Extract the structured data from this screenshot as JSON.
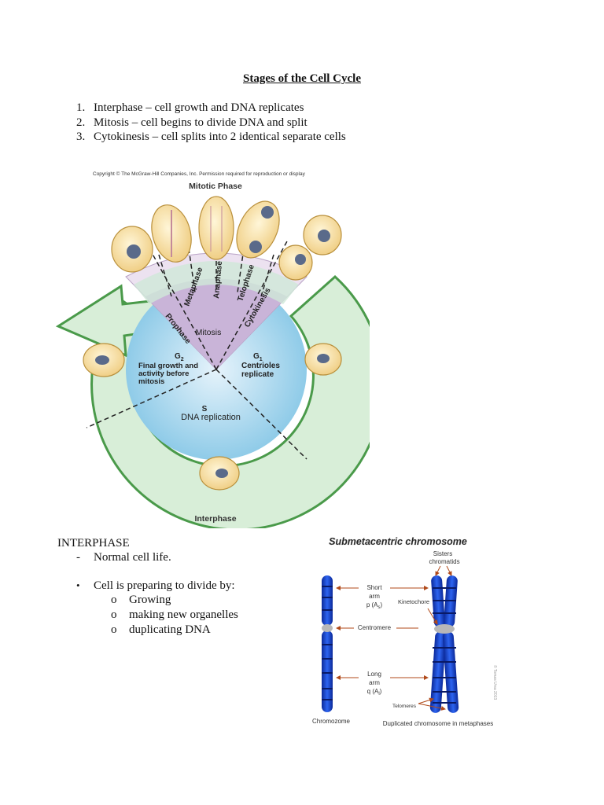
{
  "document": {
    "title": "Stages of the Cell Cycle",
    "steps": [
      {
        "num": "1.",
        "text": "Interphase – cell growth and DNA replicates"
      },
      {
        "num": "2.",
        "text": "Mitosis – cell begins to divide DNA and split"
      },
      {
        "num": "3.",
        "text": "Cytokinesis – cell splits into 2 identical separate cells"
      }
    ],
    "interphase_heading": "INTERPHASE",
    "dash_item": {
      "mark": "-",
      "text": "Normal cell life."
    },
    "bullet_item": {
      "mark": "•",
      "text": "Cell is preparing to divide by:"
    },
    "sub_items": [
      {
        "mark": "o",
        "text": "Growing"
      },
      {
        "mark": "o",
        "text": "making new organelles"
      },
      {
        "mark": "o",
        "text": "duplicating DNA"
      }
    ]
  },
  "cycle_figure": {
    "copyright": "Copyright © The McGraw-Hill Companies, Inc. Permission required for reproduction or display",
    "mitotic_phase": "Mitotic Phase",
    "phases": [
      "Prophase",
      "Metaphase",
      "Anaphase",
      "Telophase",
      "Cytokinesis"
    ],
    "mitosis": "Mitosis",
    "g2_title": "G",
    "g2_sub": "2",
    "g2_lines": [
      "Final growth and",
      "activity before",
      "mitosis"
    ],
    "g1_title": "G",
    "g1_sub": "1",
    "g1_lines": [
      "Centrioles",
      "replicate"
    ],
    "s_title": "S",
    "s_line": "DNA replication",
    "interphase": "Interphase"
  },
  "chromosome_figure": {
    "title": "Submetacentric chromosome",
    "sisters_line1": "Sisters",
    "sisters_line2": "chromatids",
    "short_arm": [
      "Short",
      "arm",
      "p (A"
    ],
    "short_arm_sub": "s",
    "kinetochore": "Kinetochore",
    "centromere": "Centromere",
    "long_arm": [
      "Long",
      "arm",
      "q (A"
    ],
    "long_arm_sub": "l",
    "telomeres": "Telomeres",
    "chromozome": "Chromozome",
    "duplicated": "Duplicated chromosome in metaphases",
    "watermark": "© Tomas Ursa 2013",
    "colors": {
      "chromosome": "#1f4fd8",
      "band": "#0a1a66",
      "arrow": "#b04a1a",
      "title_fill": "#222222"
    }
  }
}
